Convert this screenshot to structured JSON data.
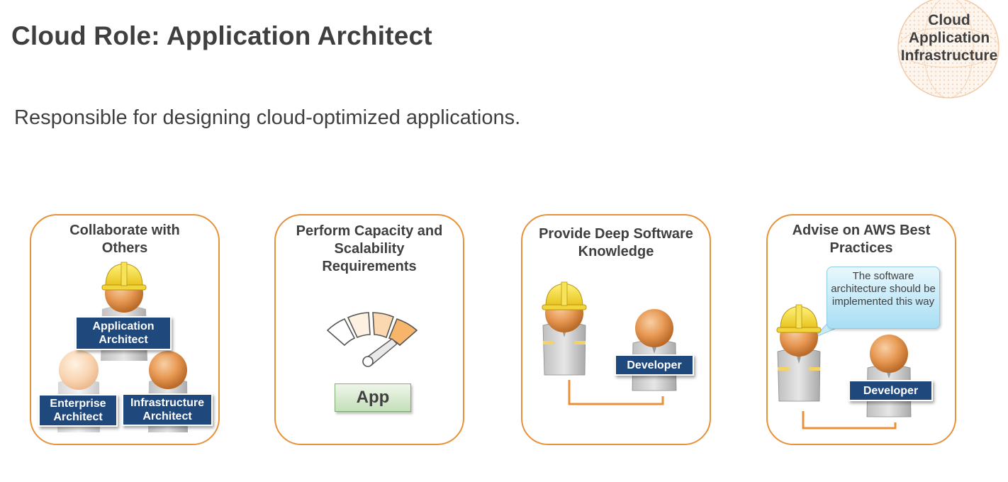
{
  "page": {
    "title": "Cloud Role: Application Architect",
    "subtitle": "Responsible for designing cloud-optimized applications."
  },
  "badge": {
    "line1": "Cloud",
    "line2": "Application",
    "line3": "Infrastructure"
  },
  "cards": [
    {
      "title_line1": "Collaborate with",
      "title_line2": "Others",
      "labels": {
        "application_architect": "Application Architect",
        "enterprise_architect": "Enterprise Architect",
        "infrastructure_architect": "Infrastructure Architect"
      }
    },
    {
      "title_line1": "Perform Capacity and",
      "title_line2": "Scalability",
      "title_line3": "Requirements",
      "app_label": "App"
    },
    {
      "title_line1": "Provide Deep Software",
      "title_line2": "Knowledge",
      "developer_label": "Developer"
    },
    {
      "title_line1": "Advise on AWS Best",
      "title_line2": "Practices",
      "bubble_text": "The software architecture should be implemented this way",
      "developer_label": "Developer"
    }
  ],
  "colors": {
    "card_border": "#e8913a",
    "label_bg": "#1f497d",
    "title_text": "#3f3f3f",
    "connector": "#e8913a",
    "gauge_fill_1": "#fdf1e3",
    "gauge_fill_2": "#fbd8b0",
    "gauge_fill_3": "#f6b56a"
  },
  "icons": [
    "hard-hat-icon",
    "person-icon",
    "gauge-icon"
  ]
}
